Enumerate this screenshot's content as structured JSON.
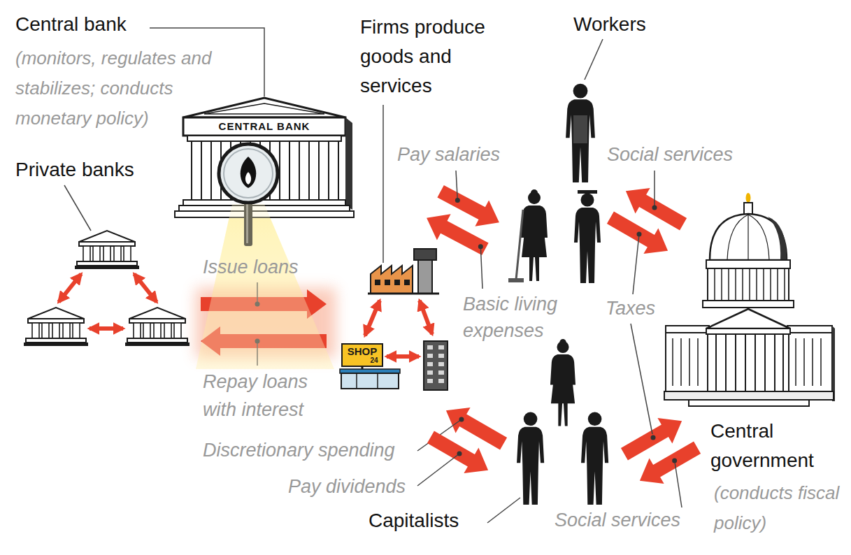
{
  "diagram": {
    "nodes": [
      {
        "text": [
          "Central bank",
          "(monitors, regulates and stabilizes; conducts monetary policy)",
          "CENTRAL BANK"
        ]
      },
      {
        "text": [
          "Private banks"
        ]
      },
      {
        "text": [
          "Firms produce goods and services",
          "SHOP",
          "24"
        ]
      },
      {
        "text": [
          "Workers"
        ]
      },
      {
        "text": [
          "Capitalists"
        ]
      },
      {
        "text": [
          "Central government",
          "(conducts fiscal policy)"
        ]
      }
    ],
    "edges": [
      {
        "from": 1,
        "to": 2,
        "label": "Issue loans",
        "arrow": "to"
      },
      {
        "from": 2,
        "to": 1,
        "label": "Repay loans with interest",
        "arrow": "to"
      },
      {
        "from": 2,
        "to": 3,
        "label": "Pay salaries",
        "arrow": "to"
      },
      {
        "from": 3,
        "to": 2,
        "label": "Basic living expenses",
        "arrow": "to"
      },
      {
        "from": 5,
        "to": 3,
        "label": "Social services",
        "arrow": "to"
      },
      {
        "from": 3,
        "to": 5,
        "label": "Taxes",
        "arrow": "to"
      },
      {
        "from": 4,
        "to": 2,
        "label": "Discretionary spending",
        "arrow": "to"
      },
      {
        "from": 2,
        "to": 4,
        "label": "Pay dividends",
        "arrow": "to"
      },
      {
        "from": 4,
        "to": 5,
        "arrow": "to"
      },
      {
        "from": 5,
        "to": 4,
        "label": "Social services",
        "arrow": "to"
      }
    ]
  }
}
